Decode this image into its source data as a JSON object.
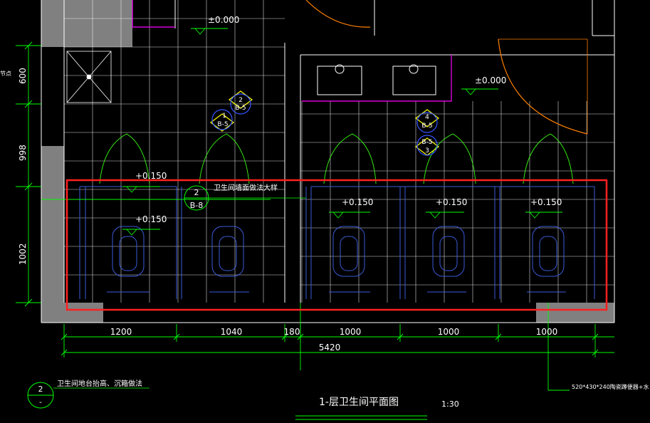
{
  "colors": {
    "background": "#000000",
    "grid": "#ffffff",
    "dimension": "#00ff00",
    "partition": "#3a5bd9",
    "door_swing": "#39ff14",
    "wall_fill": "#808080",
    "magenta_wall": "#ff00ff",
    "arc_orange": "#ff8000",
    "callout_yellow": "#ffff00",
    "callout_blue": "#3355ff",
    "highlight_red": "#ff2020"
  },
  "levels": {
    "top": "±0.000",
    "right": "±0.000",
    "left_upper": "+0.150",
    "left_lower": "+0.150",
    "stall_3": "+0.150",
    "stall_4": "+0.150",
    "stall_5": "+0.150"
  },
  "callouts": {
    "c1": {
      "num": "2",
      "ref": "B-5"
    },
    "c2": {
      "num": "1",
      "ref": "B-5"
    },
    "c3": {
      "num": "4",
      "ref": "B-5"
    },
    "c4": {
      "num": "3",
      "ref": "B-5"
    },
    "detail": {
      "num": "2",
      "ref": "B-8",
      "note": "卫生间墙面做法大样"
    }
  },
  "left_label": "节点",
  "dimensions": {
    "vertical": [
      "600",
      "998",
      "1002"
    ],
    "horizontal": [
      "1200",
      "1040",
      "180",
      "1000",
      "1000",
      "1000"
    ],
    "total": "5420"
  },
  "legend": {
    "num": "2",
    "ref": "-",
    "text": "卫生间地台抬高、沉箱做法"
  },
  "right_note": "520*430*240陶瓷蹲便器+水",
  "title": {
    "text": "1-层卫生间平面图",
    "scale": "1:30"
  }
}
